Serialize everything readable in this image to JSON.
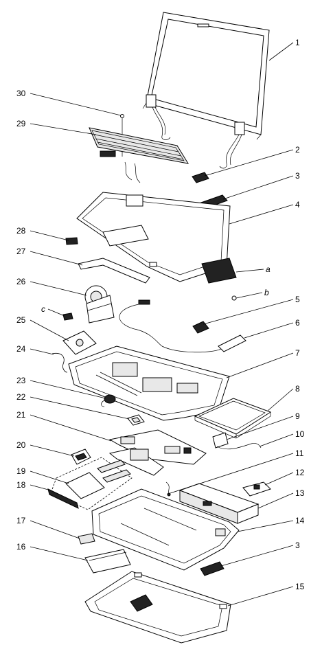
{
  "callouts": [
    {
      "label": "1"
    },
    {
      "label": "2"
    },
    {
      "label": "3"
    },
    {
      "label": "4"
    },
    {
      "label": "a"
    },
    {
      "label": "b"
    },
    {
      "label": "5"
    },
    {
      "label": "6"
    },
    {
      "label": "7"
    },
    {
      "label": "8"
    },
    {
      "label": "9"
    },
    {
      "label": "10"
    },
    {
      "label": "11"
    },
    {
      "label": "12"
    },
    {
      "label": "13"
    },
    {
      "label": "14"
    },
    {
      "label": "3"
    },
    {
      "label": "15"
    },
    {
      "label": "30"
    },
    {
      "label": "29"
    },
    {
      "label": "28"
    },
    {
      "label": "27"
    },
    {
      "label": "26"
    },
    {
      "label": "c"
    },
    {
      "label": "25"
    },
    {
      "label": "24"
    },
    {
      "label": "23"
    },
    {
      "label": "22"
    },
    {
      "label": "21"
    },
    {
      "label": "20"
    },
    {
      "label": "19"
    },
    {
      "label": "18"
    },
    {
      "label": "17"
    },
    {
      "label": "16"
    }
  ]
}
